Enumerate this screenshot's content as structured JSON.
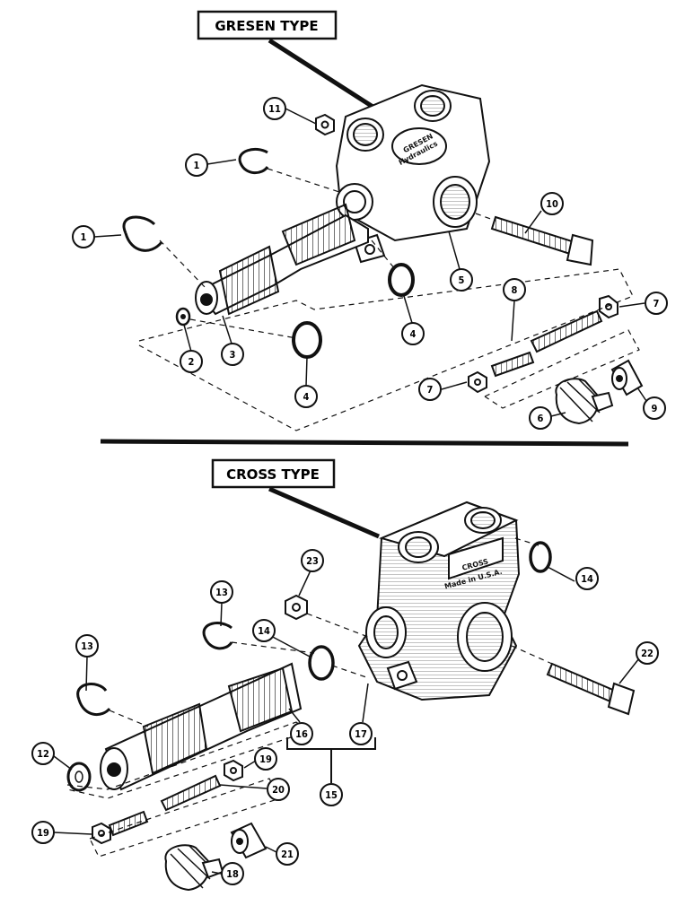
{
  "sections": {
    "gresen": {
      "title": "GRESEN TYPE",
      "stamp_top": "GRESEN",
      "stamp_bottom": "Hydraulics"
    },
    "cross": {
      "title": "CROSS TYPE",
      "stamp_top": "CROSS",
      "stamp_bottom": "Made in U.S.A."
    }
  },
  "callouts": {
    "gresen": [
      "11",
      "1",
      "1",
      "10",
      "5",
      "4",
      "3",
      "2",
      "4",
      "8",
      "7",
      "7",
      "9",
      "6"
    ],
    "cross": [
      "23",
      "13",
      "14",
      "14",
      "13",
      "22",
      "12",
      "16",
      "17",
      "19",
      "20",
      "15",
      "19",
      "21",
      "18"
    ]
  },
  "colors": {
    "ink": "#111111",
    "paper": "#ffffff"
  }
}
